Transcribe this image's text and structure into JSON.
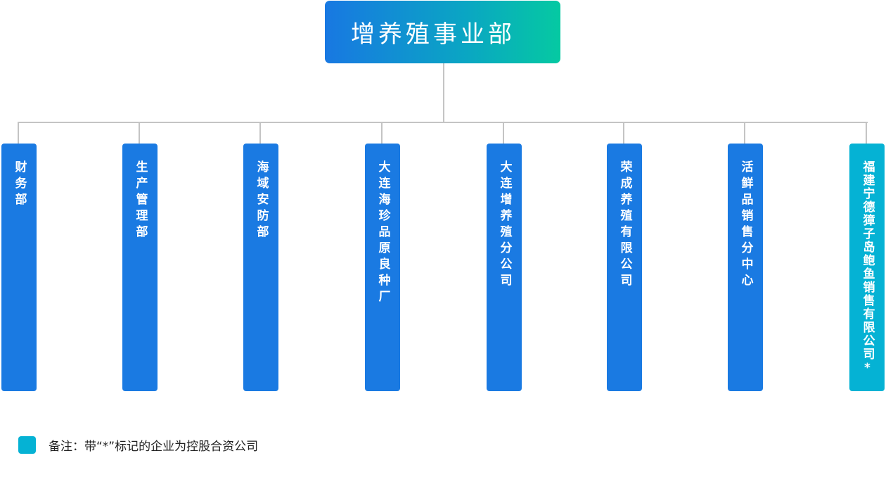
{
  "root": {
    "title": "增养殖事业部"
  },
  "colors": {
    "root_gradient_start": "#1878e2",
    "root_gradient_end": "#05c9a2",
    "department": "#1a7ae2",
    "joint_venture": "#05b2d4",
    "connector": "#c4c4c4"
  },
  "children": [
    {
      "label": "财务部",
      "type": "department"
    },
    {
      "label": "生产管理部",
      "type": "department"
    },
    {
      "label": "海域安防部",
      "type": "department"
    },
    {
      "label": "大连海珍品原良种厂",
      "type": "department"
    },
    {
      "label": "大连增养殖分公司",
      "type": "department"
    },
    {
      "label": "荣成养殖有限公司",
      "type": "department"
    },
    {
      "label": "活鲜品销售分中心",
      "type": "department"
    },
    {
      "label": "福建宁德獐子岛鲍鱼销售有限公司*",
      "type": "joint_venture"
    }
  ],
  "legend": {
    "text": "备注：带“*”标记的企业为控股合资公司"
  }
}
